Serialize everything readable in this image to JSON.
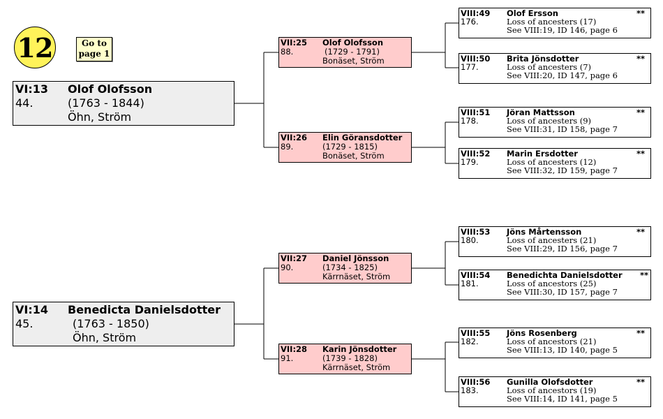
{
  "badge": {
    "number": "12"
  },
  "goto": {
    "line1": "Go to",
    "line2": "page 1"
  },
  "gen6": [
    {
      "code": "VI:13",
      "num": "44.",
      "name": "Olof Olofsson",
      "dates": "(1763 - 1844)",
      "place": "Öhn, Ström"
    },
    {
      "code": "VI:14",
      "num": "45.",
      "name": "Benedicta Danielsdotter",
      "dates": "(1763 - 1850)",
      "place": "Öhn, Ström"
    }
  ],
  "gen7": [
    {
      "code": "VII:25",
      "num": "88.",
      "name": "Olof Olofsson",
      "dates": "(1729 - 1791)",
      "place": "Bonäset, Ström"
    },
    {
      "code": "VII:26",
      "num": "89.",
      "name": "Elin Göransdotter",
      "dates": "(1729 - 1815)",
      "place": "Bonäset, Ström"
    },
    {
      "code": "VII:27",
      "num": "90.",
      "name": "Daniel Jönsson",
      "dates": "(1734 - 1825)",
      "place": "Kärrnäset, Ström"
    },
    {
      "code": "VII:28",
      "num": "91.",
      "name": "Karin Jönsdotter",
      "dates": "(1739 - 1828)",
      "place": "Kärrnäset, Ström"
    }
  ],
  "gen8": [
    {
      "code": "VIII:49",
      "num": "176.",
      "name": "Olof Ersson",
      "stars": "**",
      "loss": "Loss of ancesters (17)",
      "ref": "See VIII:19, ID 146, page 6"
    },
    {
      "code": "VIII:50",
      "num": "177.",
      "name": "Brita Jönsdotter",
      "stars": "**",
      "loss": "Loss of ancesters (7)",
      "ref": "See VIII:20, ID 147, page 6"
    },
    {
      "code": "VIII:51",
      "num": "178.",
      "name": "Jöran Mattsson",
      "stars": "**",
      "loss": "Loss of ancesters (9)",
      "ref": "See VIII:31, ID 158, page 7"
    },
    {
      "code": "VIII:52",
      "num": "179.",
      "name": "Marin Ersdotter",
      "stars": "**",
      "loss": "Loss of ancesters (12)",
      "ref": "See VIII:32, ID 159, page 7"
    },
    {
      "code": "VIII:53",
      "num": "180.",
      "name": "Jöns Mårtensson",
      "stars": "**",
      "loss": "Loss of ancesters (21)",
      "ref": "See VIII:29, ID 156, page 7"
    },
    {
      "code": "VIII:54",
      "num": "181.",
      "name": "Benedichta Danielsdotter",
      "stars": "**",
      "loss": "Loss of ancestors (25)",
      "ref": "See VIII:30, ID 157, page 7"
    },
    {
      "code": "VIII:55",
      "num": "182.",
      "name": "Jöns Rosenberg",
      "stars": "**",
      "loss": "Loss of ancestors (21)",
      "ref": "See VIII:13, ID 140, page 5"
    },
    {
      "code": "VIII:56",
      "num": "183.",
      "name": "Gunilla Olofsdotter",
      "stars": "**",
      "loss": "Loss of ancestors (19)",
      "ref": "See VIII:14, ID 141, page 5"
    }
  ]
}
